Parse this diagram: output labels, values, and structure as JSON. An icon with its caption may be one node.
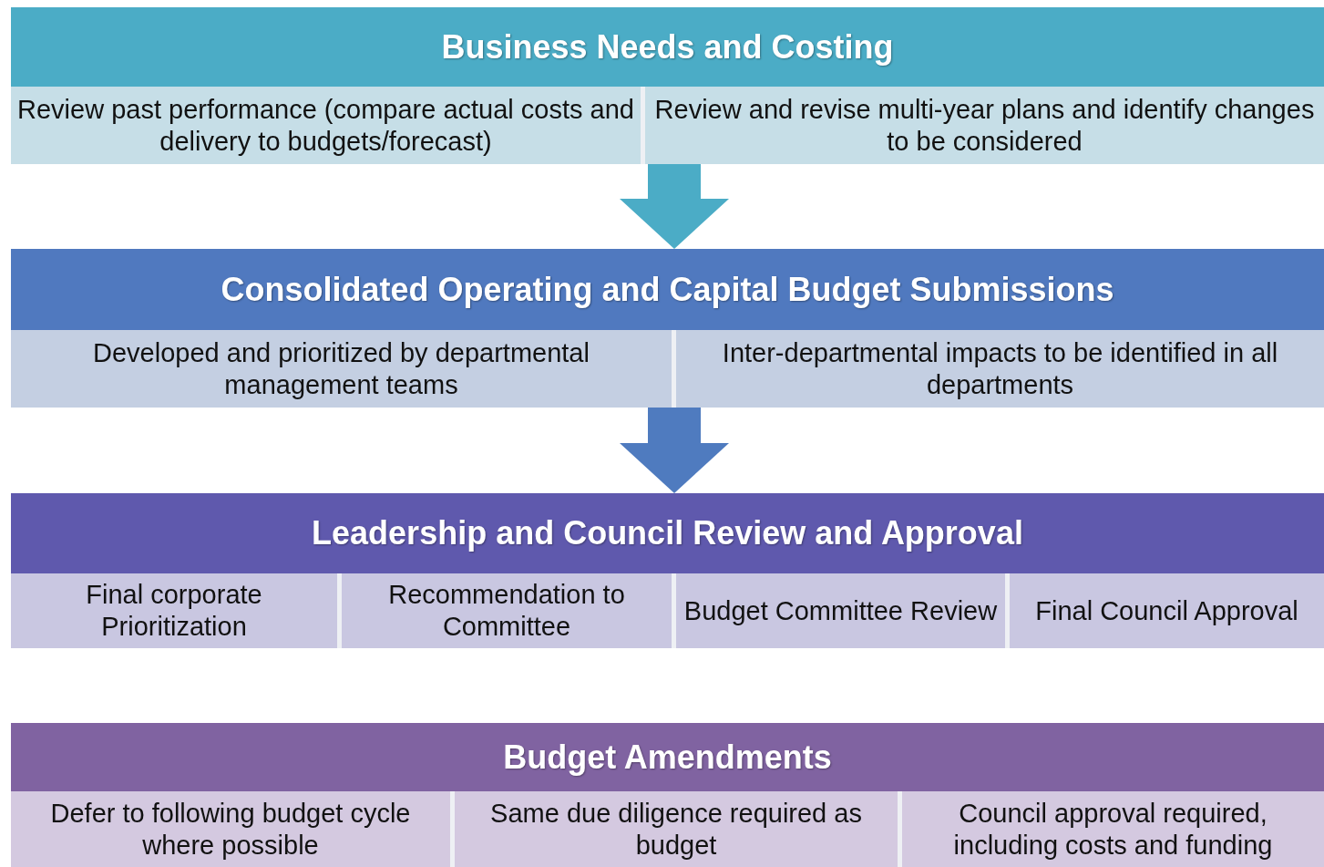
{
  "diagram": {
    "nodes": [
      {
        "text": [
          "Business Needs and Costing"
        ]
      },
      {
        "text": [
          "Review past performance (compare actual costs and delivery to budgets/forecast)"
        ],
        "in": 0
      },
      {
        "text": [
          "Review and revise multi-year plans and identify changes to be considered"
        ],
        "in": 0
      },
      {
        "text": [
          "Consolidated Operating and Capital Budget Submissions"
        ]
      },
      {
        "text": [
          "Developed and prioritized by departmental management teams"
        ],
        "in": 3
      },
      {
        "text": [
          "Inter-departmental impacts to be identified in all departments"
        ],
        "in": 3
      },
      {
        "text": [
          "Leadership and Council Review and Approval"
        ]
      },
      {
        "text": [
          "Final corporate Prioritization"
        ],
        "in": 6
      },
      {
        "text": [
          "Recommendation to Committee"
        ],
        "in": 6
      },
      {
        "text": [
          "Budget Committee Review"
        ],
        "in": 6
      },
      {
        "text": [
          "Final Council Approval"
        ],
        "in": 6
      },
      {
        "text": [
          "Budget Amendments"
        ]
      },
      {
        "text": [
          "Defer to following budget cycle where possible"
        ],
        "in": 11
      },
      {
        "text": [
          "Same due diligence required as budget"
        ],
        "in": 11
      },
      {
        "text": [
          "Council approval required, including costs and funding"
        ],
        "in": 11
      }
    ],
    "edges": [
      {
        "from": 0,
        "to": 3,
        "arrow": "to",
        "style": "thick",
        "color": "#4bacc6"
      },
      {
        "from": 3,
        "to": 6,
        "arrow": "to",
        "style": "thick",
        "color": "#4f7bbf"
      }
    ]
  }
}
